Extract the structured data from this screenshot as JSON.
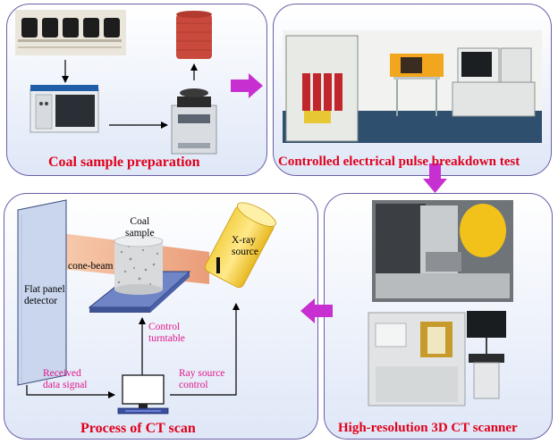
{
  "panels": {
    "prep": {
      "title": "Coal sample preparation"
    },
    "pulse": {
      "title": "Controlled electrical pulse breakdown test"
    },
    "scanner": {
      "title": "High-resolution 3D CT scanner"
    },
    "ct": {
      "title": "Process of CT scan"
    }
  },
  "ct_labels": {
    "coal_sample": "Coal\nsample",
    "cone_beam": "cone-beam",
    "xray_source": "X-ray\nsource",
    "flat_panel": "Flat panel\ndetector",
    "control_turntable": "Control\nturntable",
    "received_data": "Received\ndata signal",
    "ray_source_control": "Ray source\ncontrol"
  },
  "colors": {
    "title": "#e0001b",
    "annotation": "#e0198c",
    "arrow": "#c72fd1",
    "panel_border": "#6a5fa8"
  }
}
